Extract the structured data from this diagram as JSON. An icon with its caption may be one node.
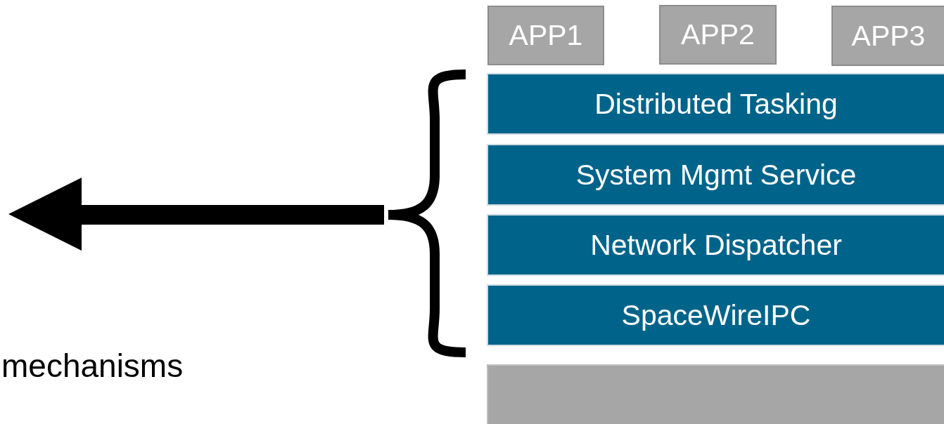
{
  "diagram": {
    "nodes": [
      {
        "text": [
          "APP1"
        ]
      },
      {
        "text": [
          "APP2"
        ]
      },
      {
        "text": [
          "APP3"
        ]
      },
      {
        "text": [
          "Distributed Tasking"
        ]
      },
      {
        "text": [
          "System Mgmt Service"
        ]
      },
      {
        "text": [
          "Network Dispatcher"
        ]
      },
      {
        "text": [
          "SpaceWireIPC"
        ]
      },
      {
        "text": [],
        "shape": "box"
      }
    ],
    "labels": [
      "mechanisms"
    ]
  }
}
